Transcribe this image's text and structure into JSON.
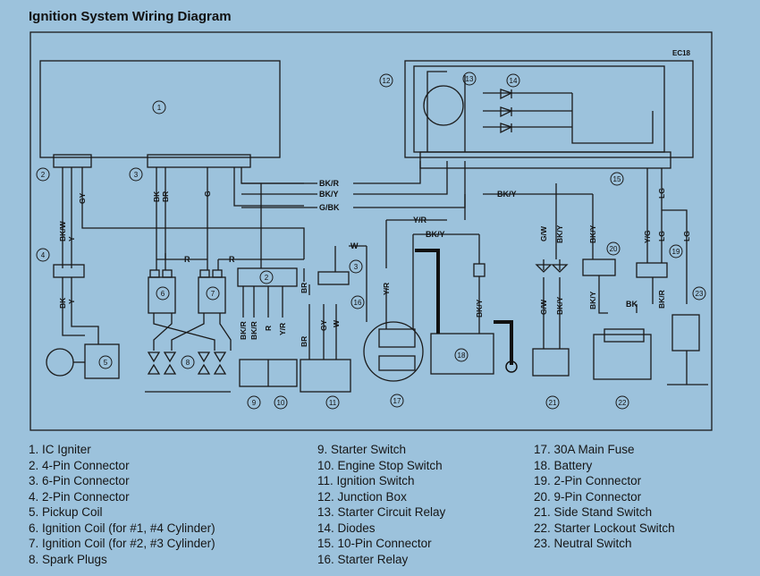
{
  "title": "Ignition System Wiring Diagram",
  "figure_code": "EC18",
  "colors": {
    "background": "#9cc2dc",
    "ink": "#1a1a1a"
  },
  "numbers": [
    "1",
    "2",
    "3",
    "4",
    "5",
    "6",
    "7",
    "2",
    "8",
    "9",
    "10",
    "11",
    "3",
    "16",
    "17",
    "18",
    "12",
    "13",
    "14",
    "15",
    "19",
    "20",
    "21",
    "22",
    "23"
  ],
  "wire_labels": {
    "bkr": "BK/R",
    "bky": "BK/Y",
    "gbk": "G/BK",
    "yr": "Y/R",
    "w": "W",
    "r": "R",
    "bkw": "BK/W",
    "y": "Y",
    "gy": "GY",
    "bk": "BK",
    "br": "BR",
    "g": "G",
    "lg": "LG",
    "gw": "G/W",
    "yg": "Y/G"
  },
  "legend": {
    "col1": [
      "1. IC Igniter",
      "2. 4-Pin Connector",
      "3. 6-Pin Connector",
      "4. 2-Pin Connector",
      "5. Pickup Coil",
      "6. Ignition Coil (for #1, #4 Cylinder)",
      "7. Ignition Coil (for #2, #3 Cylinder)",
      "8. Spark Plugs"
    ],
    "col2": [
      "9. Starter Switch",
      "10. Engine Stop Switch",
      "11. Ignition Switch",
      "12. Junction Box",
      "13. Starter Circuit Relay",
      "14. Diodes",
      "15. 10-Pin Connector",
      "16. Starter Relay"
    ],
    "col3": [
      "17. 30A Main Fuse",
      "18. Battery",
      "19. 2-Pin Connector",
      "20. 9-Pin Connector",
      "21. Side Stand Switch",
      "22. Starter Lockout Switch",
      "23. Neutral Switch"
    ]
  }
}
